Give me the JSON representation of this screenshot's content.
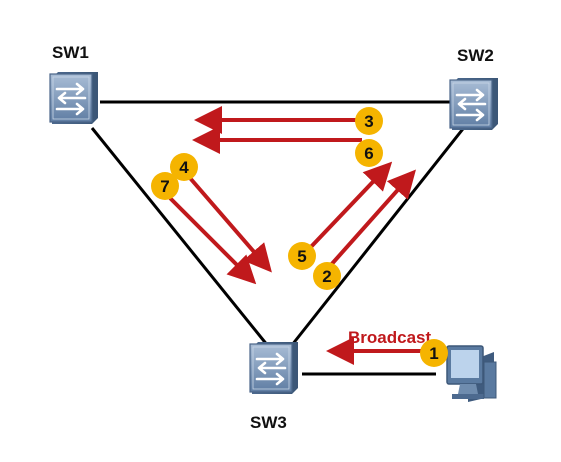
{
  "switches": [
    {
      "id": "sw1",
      "label": "SW1"
    },
    {
      "id": "sw2",
      "label": "SW2"
    },
    {
      "id": "sw3",
      "label": "SW3"
    }
  ],
  "broadcast_label": "Broadcast",
  "steps": [
    "1",
    "2",
    "3",
    "4",
    "5",
    "6",
    "7"
  ],
  "colors": {
    "link": "#000000",
    "arrow": "#c0191c",
    "badge": "#f5b400",
    "switch_body": "#6f8cae",
    "switch_face": "#8fa8c6"
  }
}
